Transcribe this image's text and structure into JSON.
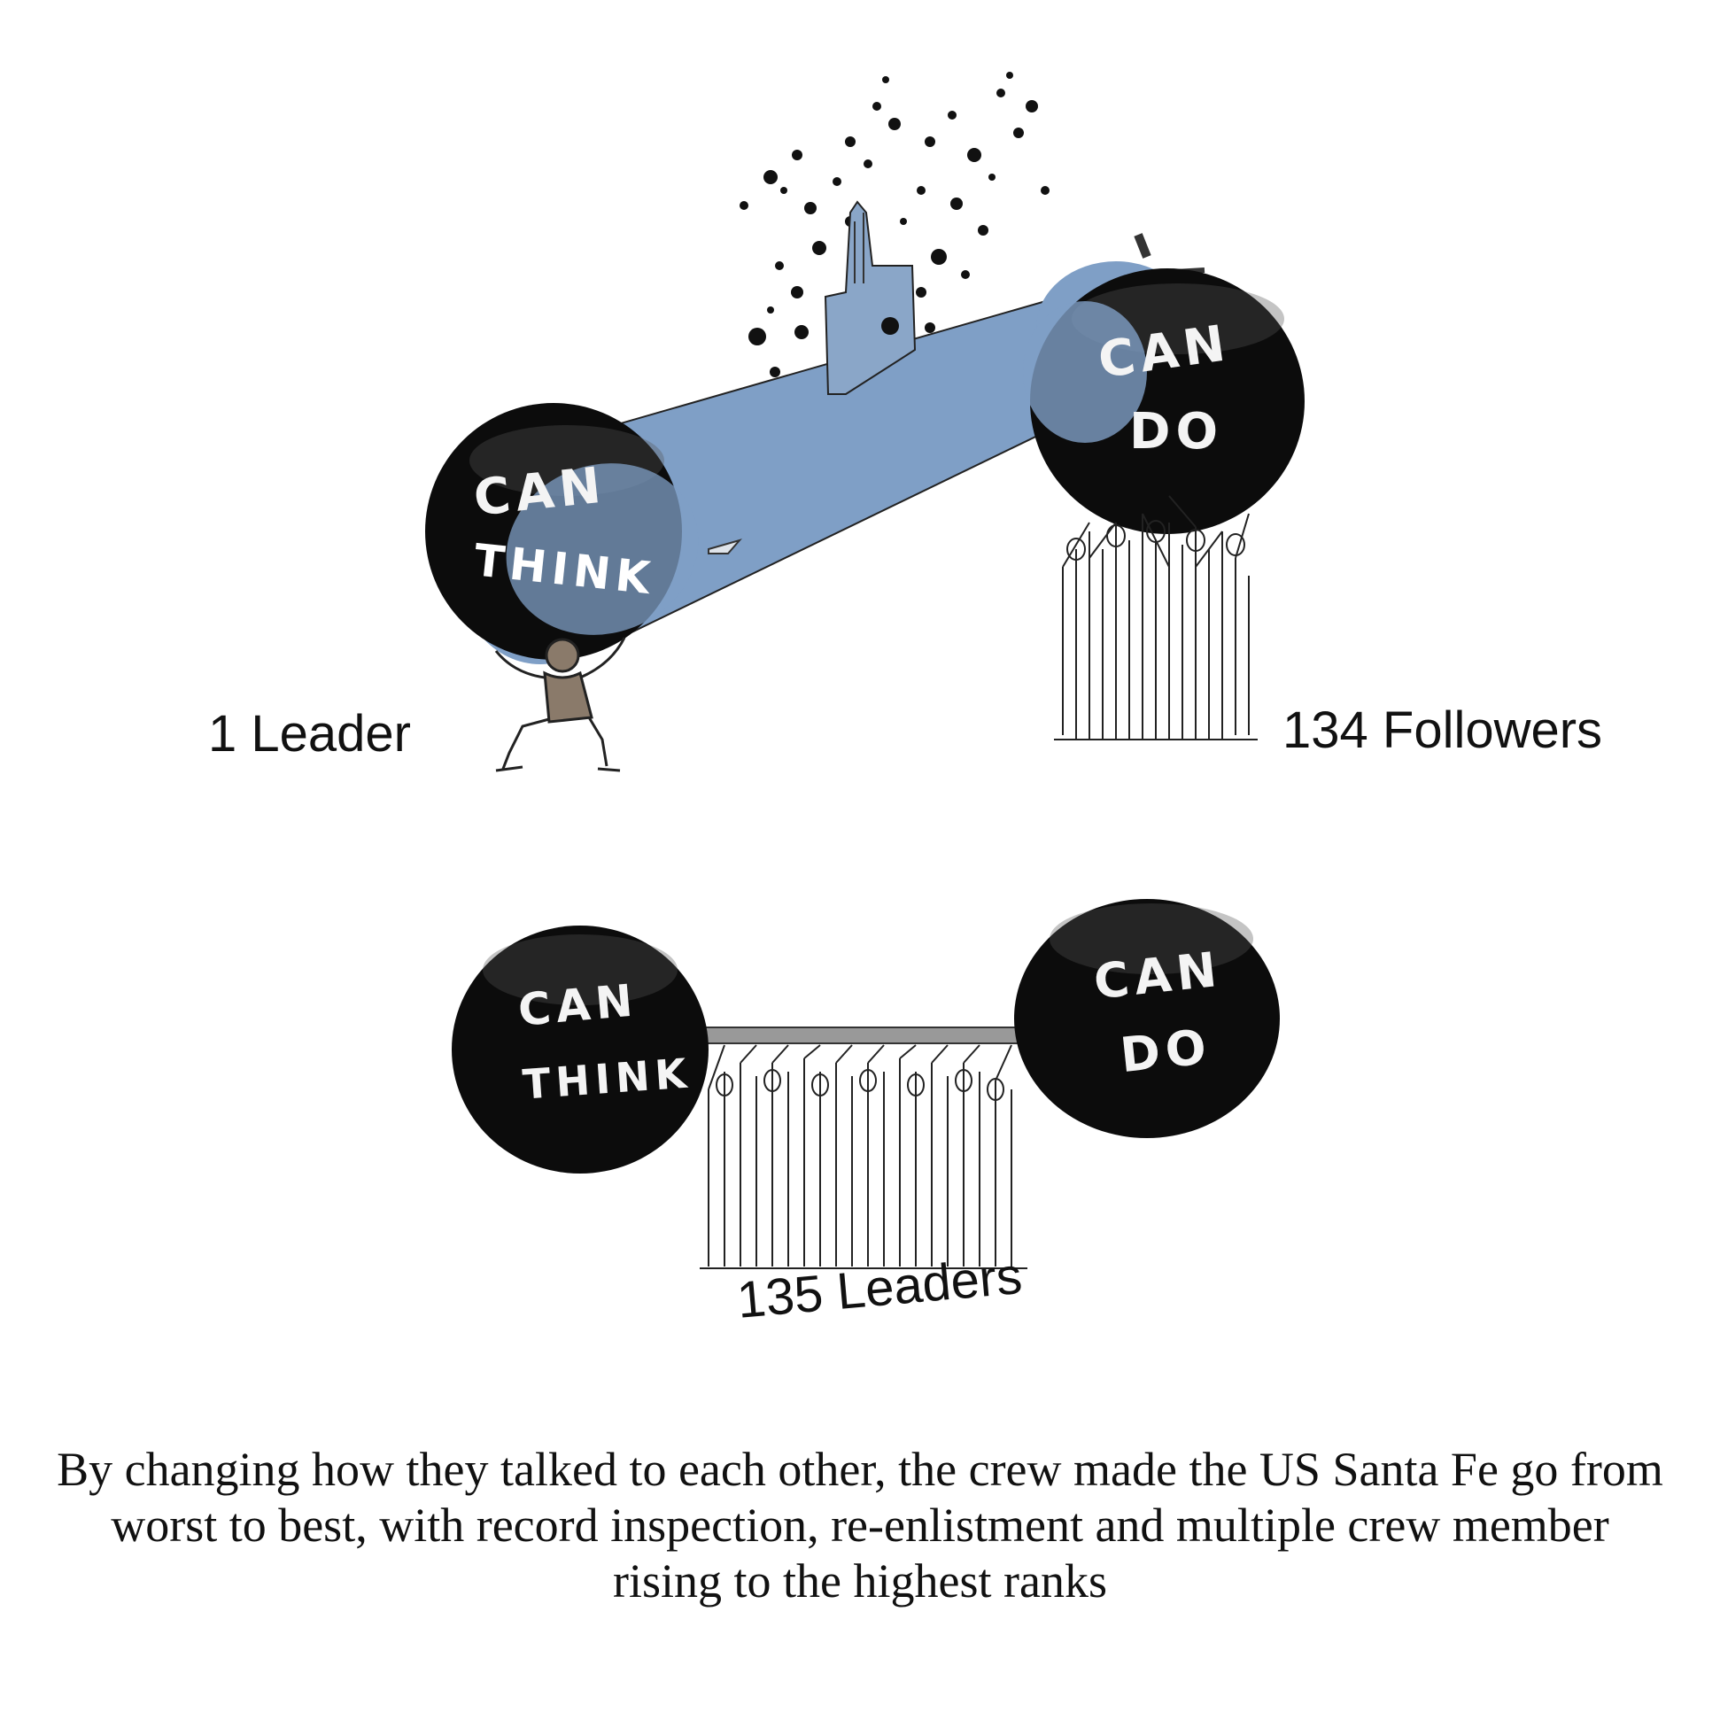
{
  "top_scene": {
    "left_ball": {
      "line1": "CAN",
      "line2": "THINK"
    },
    "right_ball": {
      "line1": "CAN",
      "line2": "DO"
    },
    "left_label": "1 Leader",
    "right_label": "134 Followers"
  },
  "bottom_scene": {
    "left_ball": {
      "line1": "CAN",
      "line2": "THINK"
    },
    "right_ball": {
      "line1": "CAN",
      "line2": "DO"
    },
    "label": "135 Leaders"
  },
  "caption": "By changing how they talked to each other, the crew made the US Santa Fe go from worst to best, with record inspection, re-enlistment and multiple crew member rising to the highest ranks",
  "colors": {
    "ball": "#0c0c0c",
    "submarine": "#7f9fc6",
    "ink": "#111111"
  }
}
